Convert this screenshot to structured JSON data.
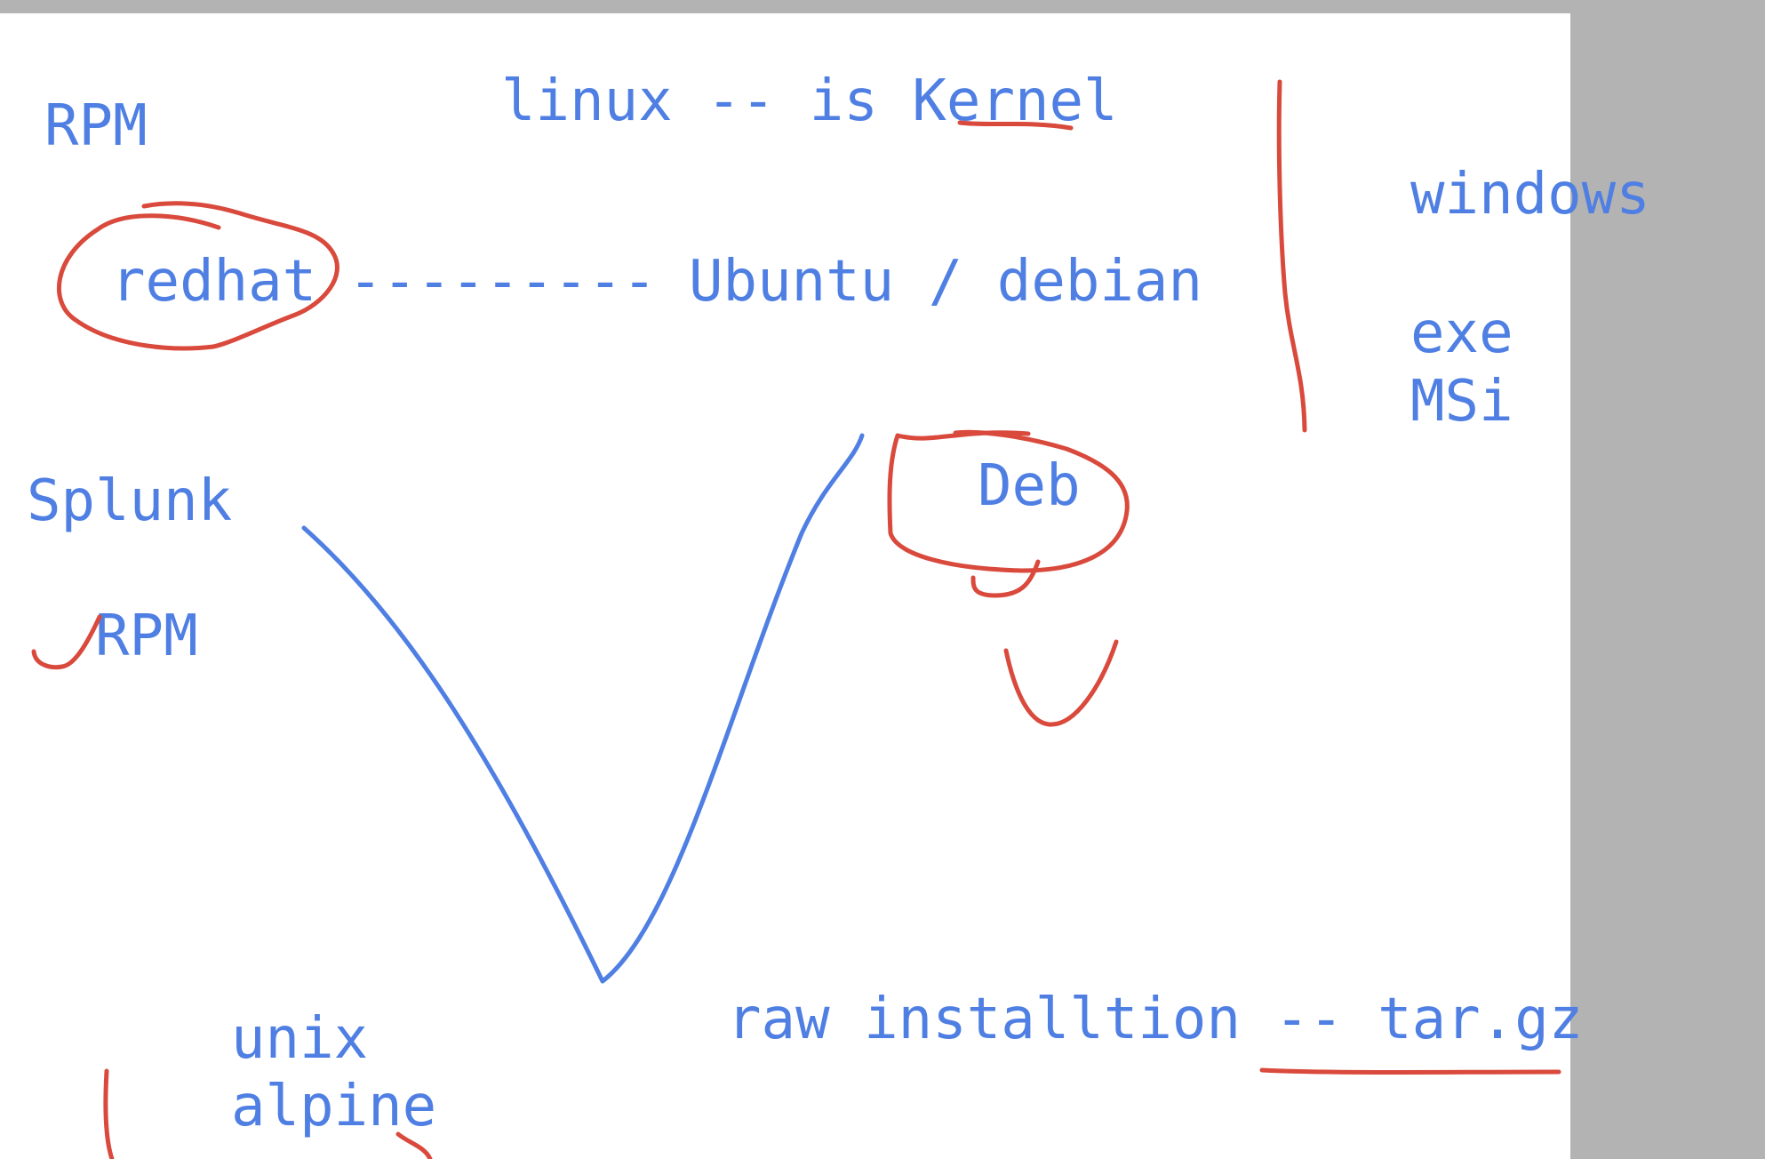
{
  "notes": {
    "rpm_top": "RPM",
    "kernel": "linux -- is Kernel",
    "windows": "windows",
    "redhat": "redhat",
    "dashes": "---------",
    "ubuntu": "Ubuntu / debian",
    "exe": "exe",
    "msi": "MSi",
    "splunk": "Splunk",
    "deb": "Deb",
    "rpm_bottom": "RPM",
    "raw": "raw installtion -- tar.gz",
    "unix": "unix",
    "alpine": "alpine"
  },
  "colors": {
    "text_blue": "#4f7fe3",
    "ink_red": "#d9493c",
    "canvas": "#ffffff",
    "margin_gray": "#b3b3b3"
  }
}
